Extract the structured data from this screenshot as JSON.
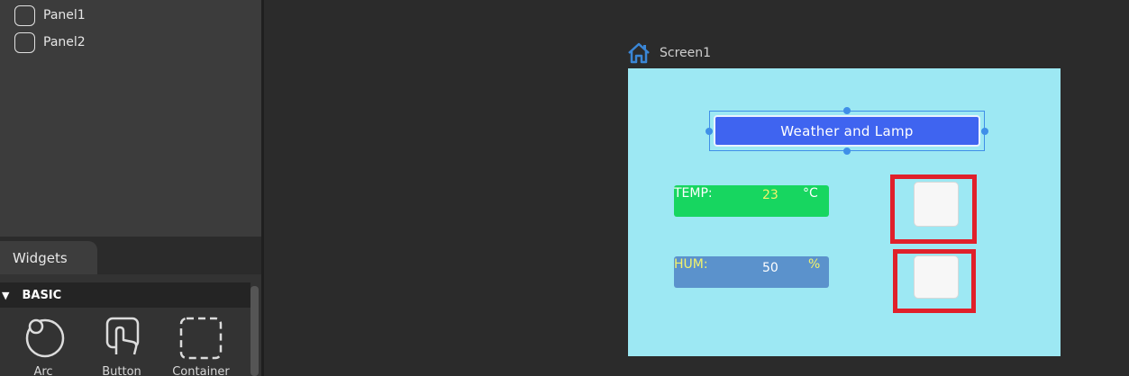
{
  "hierarchy": {
    "items": [
      {
        "label": "Panel1"
      },
      {
        "label": "Panel2"
      }
    ]
  },
  "widgets": {
    "tab_label": "Widgets",
    "section_label": "BASIC",
    "tiles": [
      {
        "label": "Arc",
        "icon": "arc-icon"
      },
      {
        "label": "Button",
        "icon": "button-hand-icon"
      },
      {
        "label": "Container",
        "icon": "container-icon"
      }
    ]
  },
  "screen": {
    "label": "Screen1",
    "icon": "home-icon",
    "background": "#9de8f3",
    "title_button": {
      "label": "Weather and Lamp",
      "color": "#3f64f0"
    },
    "temp": {
      "label": "TEMP:",
      "value": "23",
      "unit": "°C",
      "panel_color": "#17d660"
    },
    "hum": {
      "label": "HUM:",
      "value": "50",
      "unit": "%",
      "panel_color": "#5b92cc"
    }
  },
  "colors": {
    "highlight_red": "#e0202a",
    "selection_blue": "#3f8fe8"
  }
}
